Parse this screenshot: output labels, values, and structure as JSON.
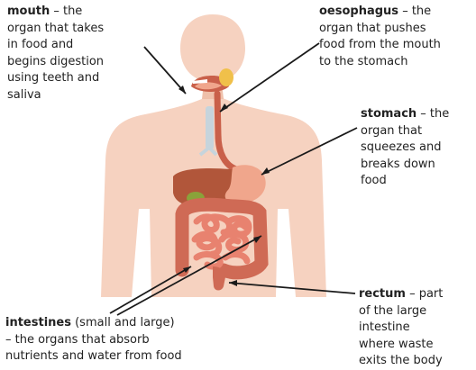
{
  "labels": {
    "mouth": {
      "term": "mouth",
      "desc_lines": [
        " – the",
        "organ that takes",
        "in food and",
        "begins digestion",
        "using teeth and",
        "saliva"
      ]
    },
    "oesophagus": {
      "term": "oesophagus",
      "desc_lines": [
        " – the",
        "organ that pushes",
        "food from the mouth",
        "to the stomach"
      ]
    },
    "stomach": {
      "term": "stomach",
      "desc_lines": [
        " – the",
        "organ that",
        "squeezes and",
        "breaks down",
        "food"
      ]
    },
    "rectum": {
      "term": "rectum",
      "desc_lines": [
        " – part",
        "of the large",
        "intestine",
        "where waste",
        "exits the body"
      ]
    },
    "intestines": {
      "term": "intestines",
      "desc_lines": [
        " (small and large)",
        "– the organs that absorb",
        "nutrients and water from food"
      ]
    }
  },
  "colors": {
    "skin": "#f6d2c0",
    "skin_shade": "#efc0aa",
    "liver": "#b1563a",
    "stomach": "#f0a68c",
    "small_intestine": "#e8826f",
    "large_intestine": "#cf6a55",
    "oesophagus": "#c9604a",
    "trachea": "#c6d4dc",
    "gallbladder": "#8aa23a",
    "pancreas": "#e9b24a",
    "salivary_gland": "#f0c04a",
    "pointer": "#1a1a1a"
  },
  "icons": [
    "human-torso-icon",
    "liver-icon",
    "stomach-icon",
    "intestines-icon",
    "rectum-icon"
  ]
}
